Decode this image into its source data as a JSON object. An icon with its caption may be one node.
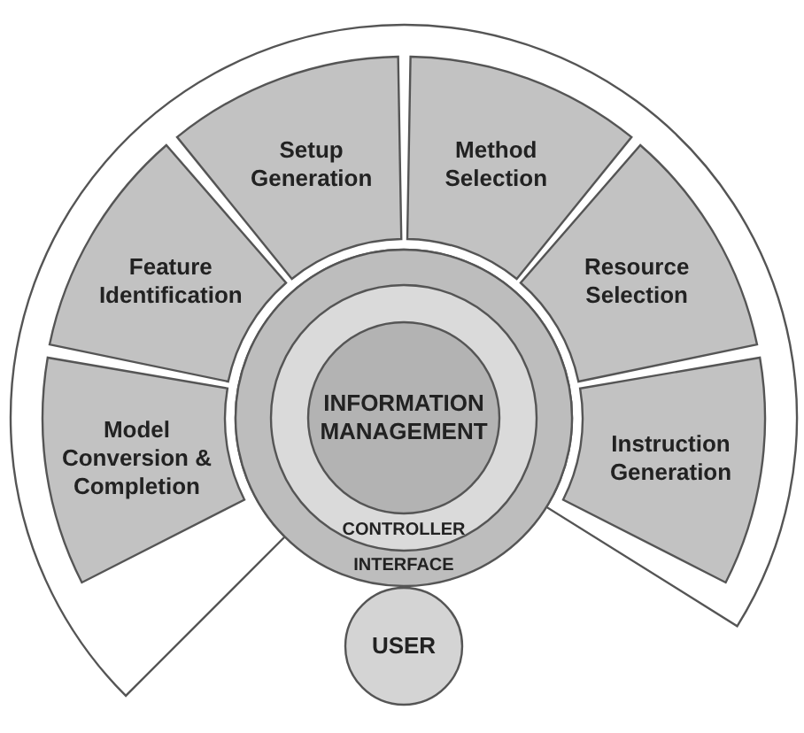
{
  "diagram": {
    "nodes": [
      {
        "text": [],
        "shape": "band"
      },
      {
        "text": [
          "Setup Generation"
        ],
        "in": 0
      },
      {
        "text": [
          "Method Selection"
        ],
        "in": 0
      },
      {
        "text": [
          "Feature Identification"
        ],
        "in": 0
      },
      {
        "text": [
          "Resource Selection"
        ],
        "in": 0
      },
      {
        "text": [
          "Model Conversion & Completion"
        ],
        "in": 0
      },
      {
        "text": [
          "Instruction Generation"
        ],
        "in": 0
      },
      {
        "text": [
          "INTERFACE"
        ]
      },
      {
        "text": [
          "CONTROLLER"
        ],
        "in": 7
      },
      {
        "text": [
          "INFORMATION MANAGEMENT"
        ],
        "in": 8
      },
      {
        "text": [
          "USER"
        ]
      }
    ]
  }
}
